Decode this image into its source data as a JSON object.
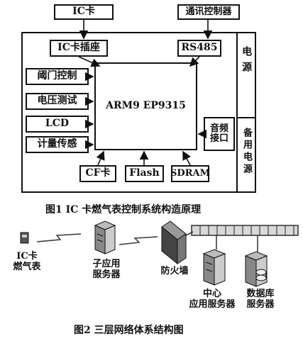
{
  "fig1": {
    "top_ic_card": "IC卡",
    "top_comm_controller": "通讯控制器",
    "ic_card_socket": "IC卡插座",
    "rs485": "RS485",
    "valve_control": "阈门控制",
    "voltage_test": "电压测试",
    "lcd": "LCD",
    "metering_sensor": "计量传感",
    "cpu": "ARM9 EP9315",
    "audio_interface": "音频\n接口",
    "cf_card": "CF卡",
    "flash": "Flash",
    "sdram": "SDRAM",
    "power": "电源",
    "backup_power": "备用电源",
    "caption": "图1   IC 卡燃气表控制系统构造原理"
  },
  "fig2": {
    "ic_gas_meter": "IC卡\n燃气表",
    "sub_app_server": "子应用\n服务器",
    "firewall": "防火墙",
    "central_app_server": "中心\n应用服务器",
    "database_server": "数据库\n服务器",
    "caption": "图2   三层网络体系结构图"
  }
}
